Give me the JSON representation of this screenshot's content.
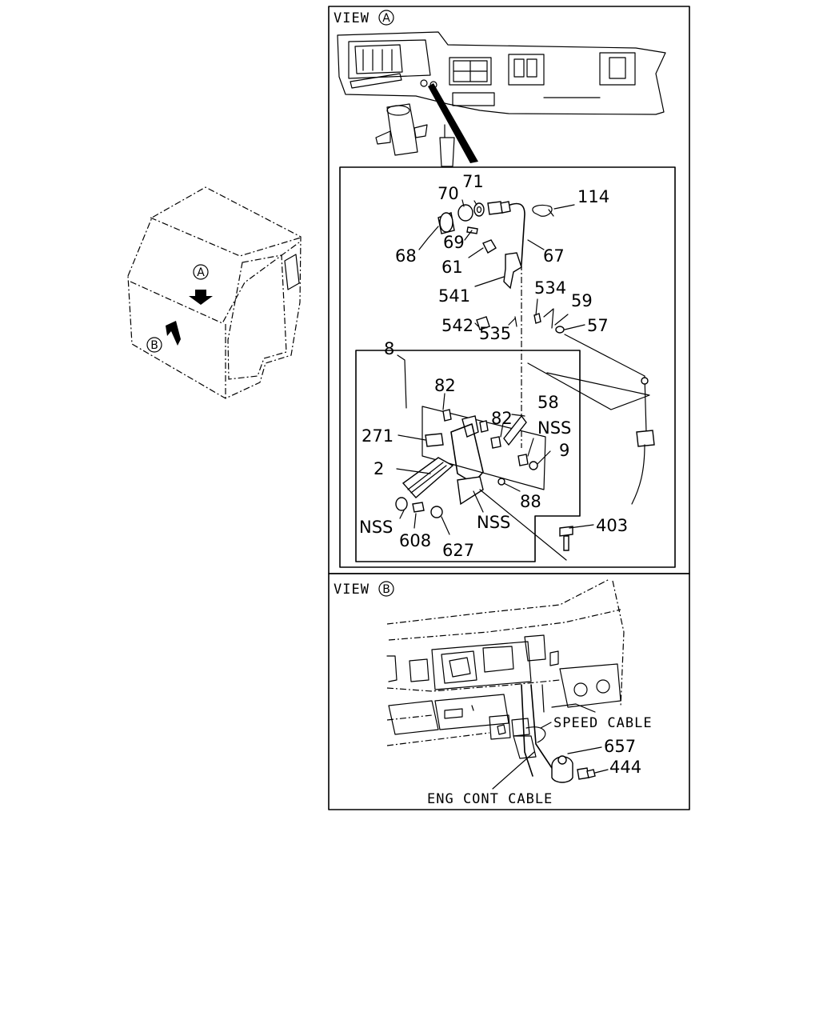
{
  "view_a": {
    "title": "VIEW",
    "marker": "A"
  },
  "view_b": {
    "title": "VIEW",
    "marker": "B"
  },
  "cab": {
    "marker_a": "A",
    "marker_b": "B"
  },
  "labels": {
    "p114": "114",
    "p71": "71",
    "p70": "70",
    "p69": "69",
    "p68": "68",
    "p61": "61",
    "p67": "67",
    "p541": "541",
    "p534": "534",
    "p59": "59",
    "p542": "542",
    "p535": "535",
    "p57": "57",
    "p8": "8",
    "p82a": "82",
    "p58": "58",
    "p82b": "82",
    "nss_right": "NSS",
    "p271": "271",
    "p9": "9",
    "p2": "2",
    "p88": "88",
    "nss_left": "NSS",
    "nss_bottom": "NSS",
    "p403": "403",
    "p608": "608",
    "p627": "627",
    "p657": "657",
    "p444": "444"
  },
  "callouts": {
    "speed_cable": "SPEED CABLE",
    "eng_cont_cable": "ENG CONT CABLE"
  }
}
